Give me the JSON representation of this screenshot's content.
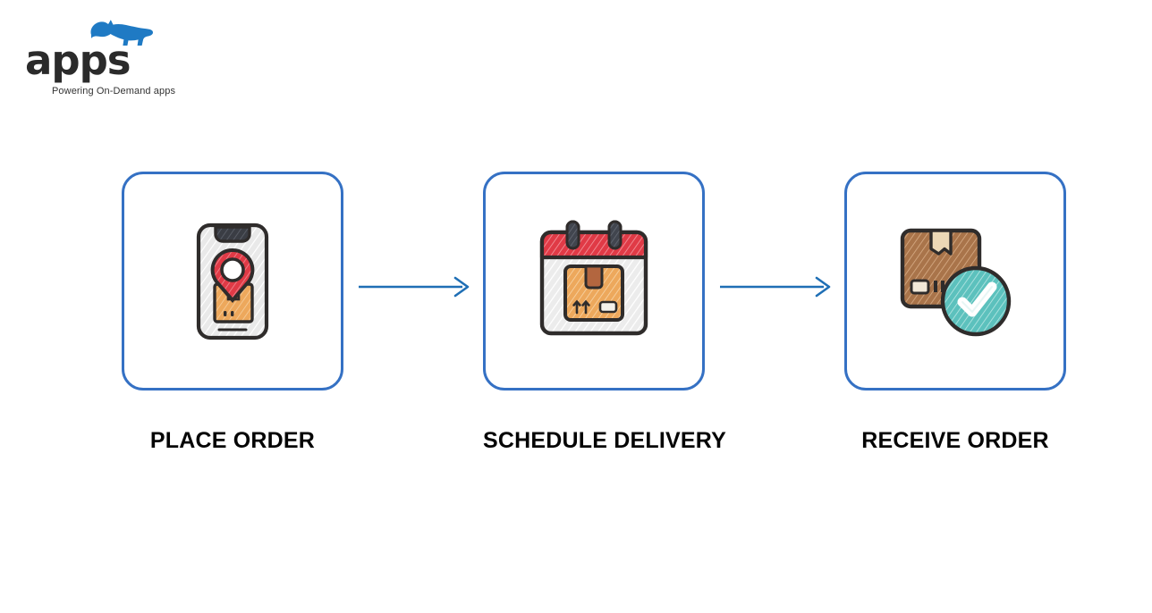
{
  "brand": {
    "wordmark": "apps",
    "tagline": "Powering On-Demand apps",
    "logo_icon": "rhino-icon",
    "logo_color": "#1f7ac4",
    "wordmark_color": "#2b2b2b"
  },
  "theme": {
    "card_border": "#3571c4",
    "arrow_color": "#1f6fb5",
    "label_color": "#050505",
    "background": "#ffffff",
    "accent_red": "#e03a46",
    "accent_orange": "#eda85c",
    "accent_brown": "#a9744a",
    "accent_teal": "#5cc1bd",
    "ink": "#2f2c2b"
  },
  "flow": {
    "steps": [
      {
        "id": "place-order",
        "label": "PLACE ORDER",
        "icon": "smartphone-location-pin-package-icon"
      },
      {
        "id": "schedule-delivery",
        "label": "SCHEDULE DELIVERY",
        "icon": "calendar-package-icon"
      },
      {
        "id": "receive-order",
        "label": "RECEIVE ORDER",
        "icon": "package-check-icon"
      }
    ],
    "connectors": [
      {
        "id": "connector-1",
        "icon": "arrow-right-icon"
      },
      {
        "id": "connector-2",
        "icon": "arrow-right-icon"
      }
    ]
  }
}
